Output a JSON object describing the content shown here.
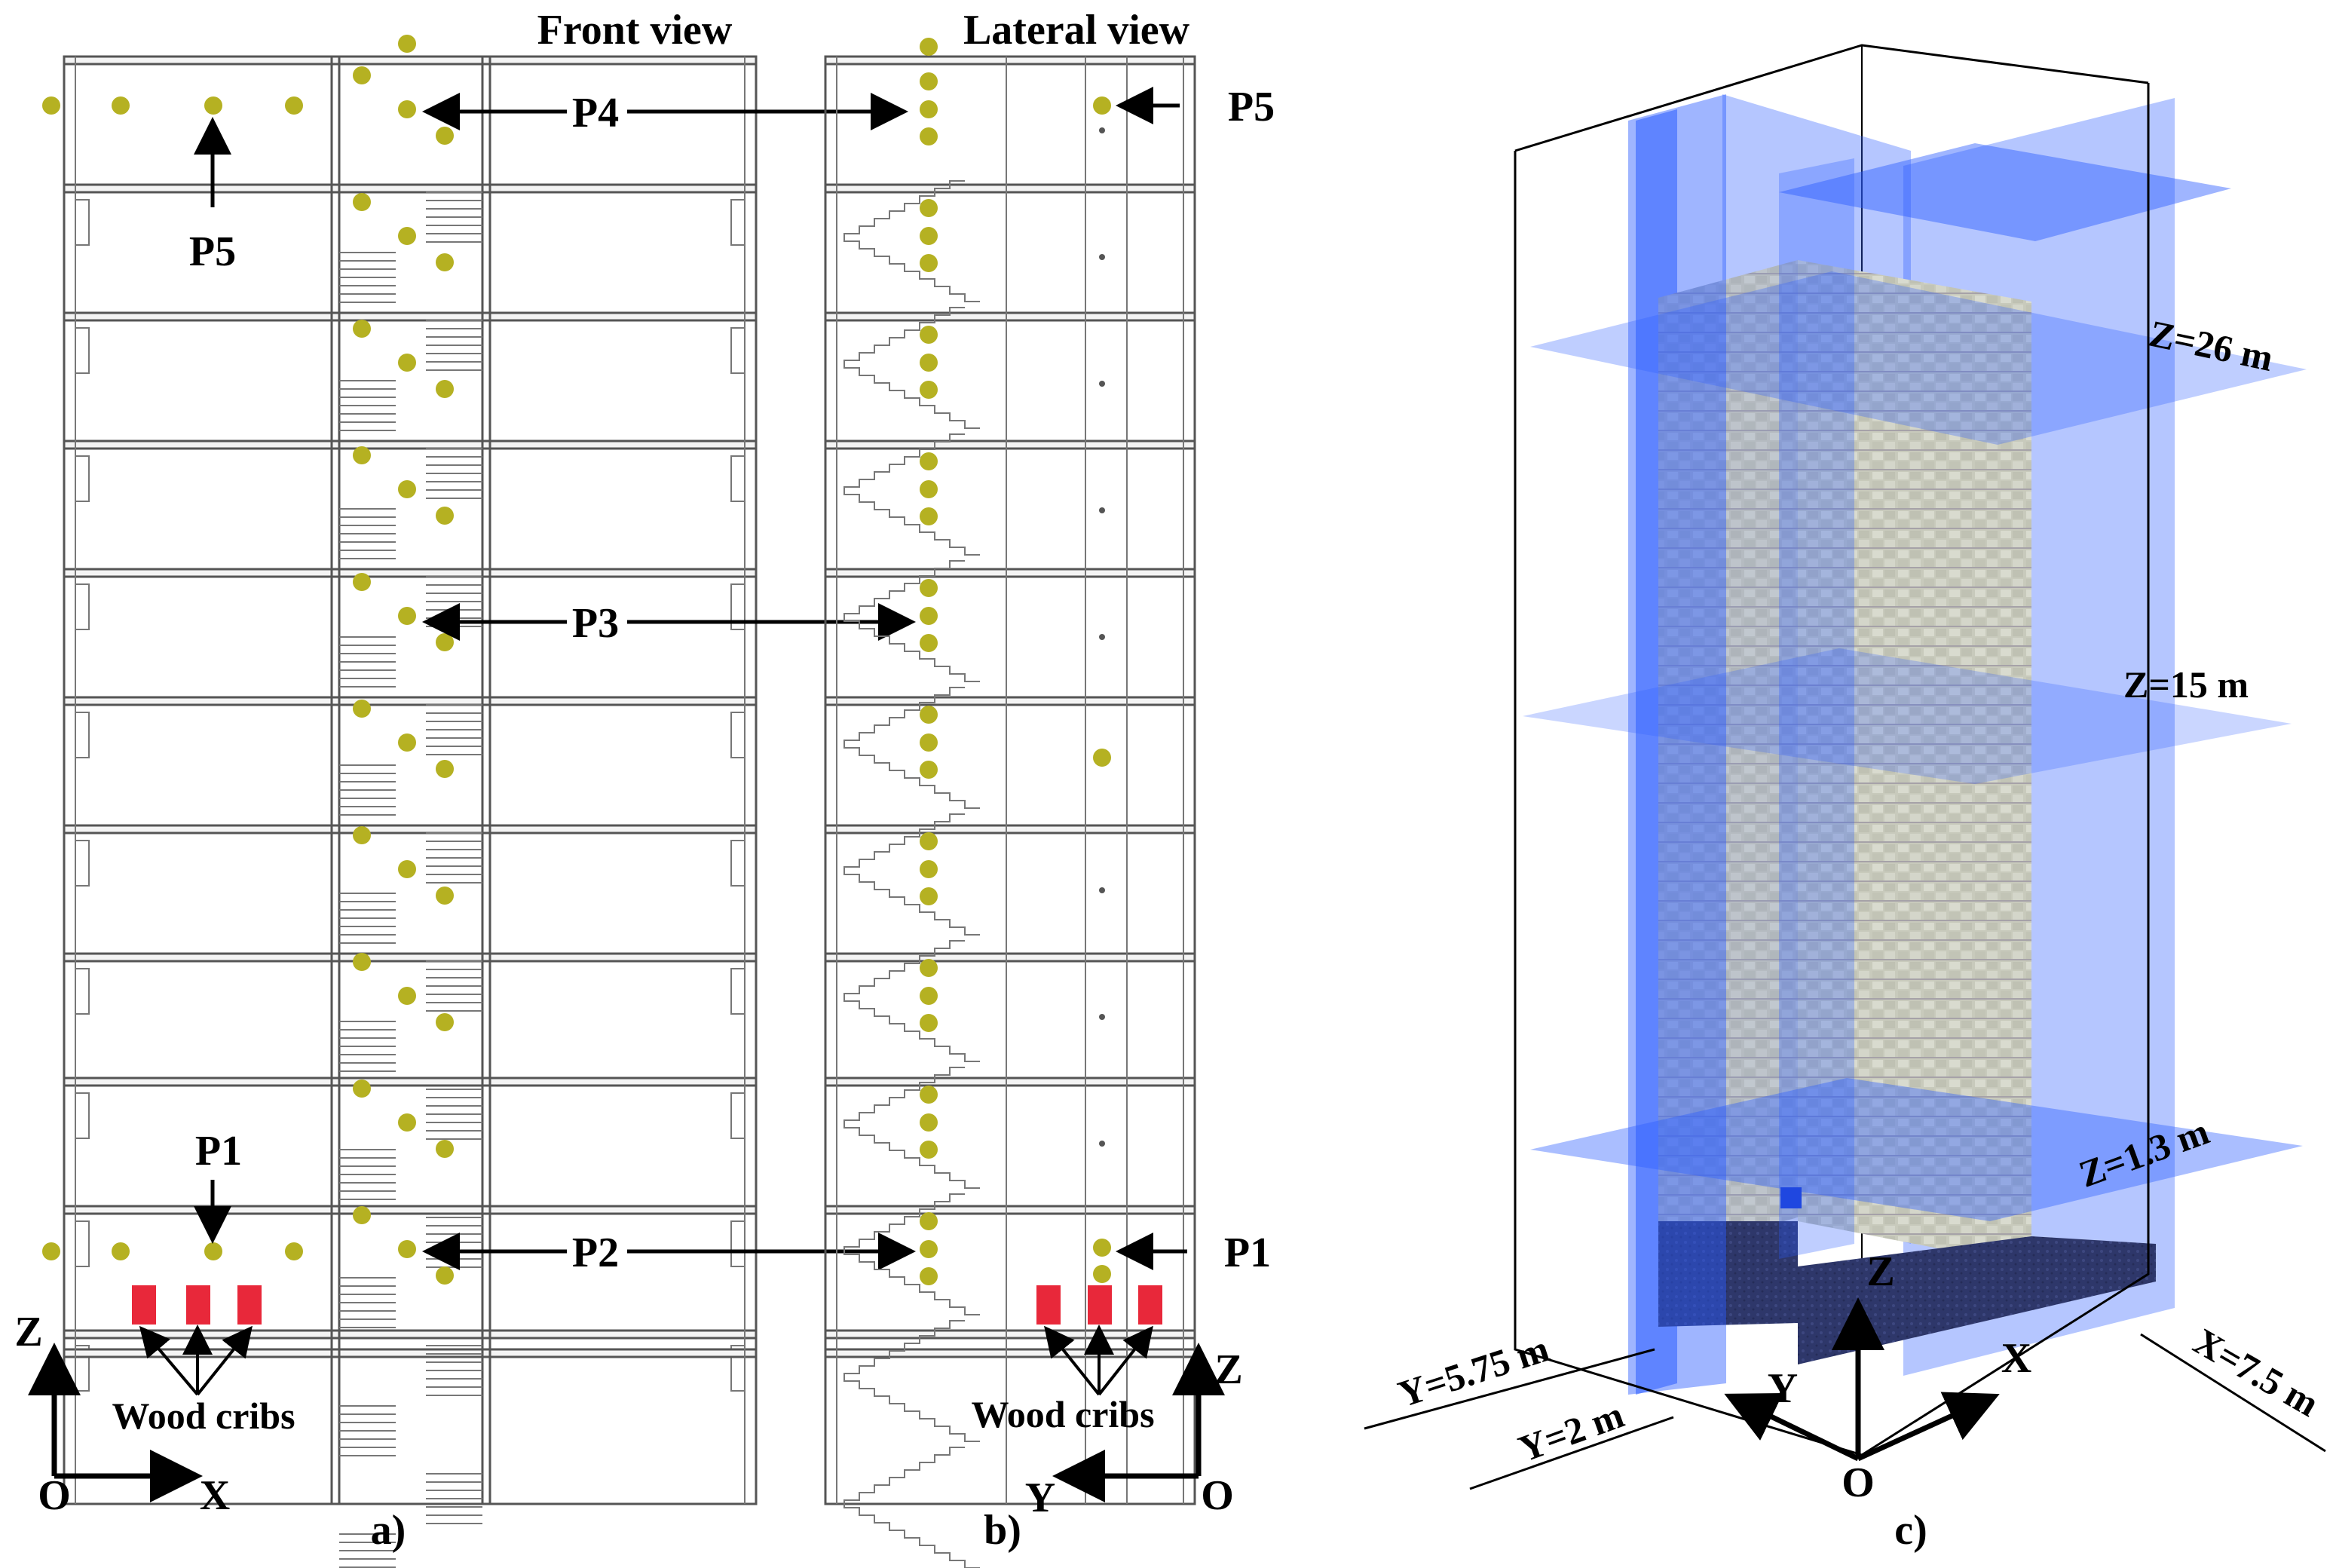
{
  "panel_a": {
    "title": "Front view",
    "caption": "a)",
    "labels": {
      "p1": "P1",
      "p2": "P2",
      "p3": "P3",
      "p4": "P4",
      "p5": "P5"
    },
    "wood_cribs": "Wood cribs",
    "axes": {
      "vertical": "Z",
      "horizontal": "X",
      "origin": "O"
    }
  },
  "panel_b": {
    "title": "Lateral view",
    "caption": "b)",
    "labels": {
      "p1": "P1",
      "p2": "P2",
      "p3": "P3",
      "p4_shared": "P4",
      "p5": "P5"
    },
    "wood_cribs": "Wood cribs",
    "axes": {
      "vertical": "Z",
      "horizontal": "Y",
      "origin": "O"
    }
  },
  "panel_c": {
    "caption": "c)",
    "planes": {
      "z_top": "Z=26 m",
      "z_mid": "Z=15 m",
      "z_low": "Z=1.3 m"
    },
    "y_planes": {
      "y_far": "Y=5.75 m",
      "y_near": "Y=2 m"
    },
    "x_plane": "X=7.5 m",
    "axes": {
      "z": "Z",
      "y": "Y",
      "x": "X",
      "origin": "O"
    }
  },
  "colors": {
    "probe": "#b5b122",
    "crib": "#e8283a",
    "plane": "#2a5cff",
    "building": "#c9cbbe",
    "base": "#2c3566"
  }
}
